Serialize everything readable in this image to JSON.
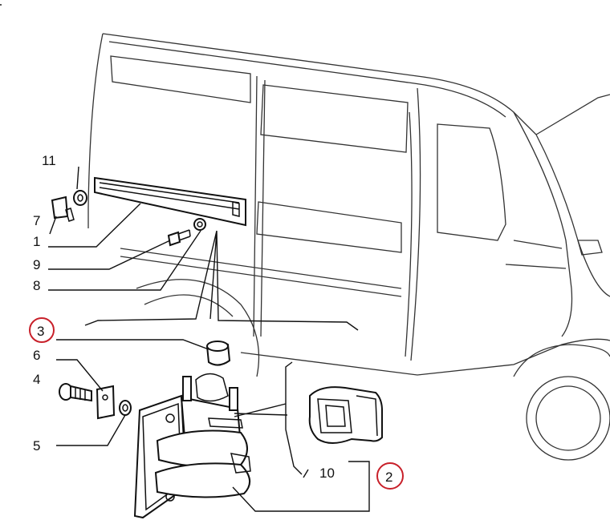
{
  "callouts": [
    {
      "id": "c11",
      "label": "11",
      "circled": false
    },
    {
      "id": "c7",
      "label": "7",
      "circled": false
    },
    {
      "id": "c1",
      "label": "1",
      "circled": false
    },
    {
      "id": "c9",
      "label": "9",
      "circled": false
    },
    {
      "id": "c8",
      "label": "8",
      "circled": false
    },
    {
      "id": "c3",
      "label": "3",
      "circled": true
    },
    {
      "id": "c6",
      "label": "6",
      "circled": false
    },
    {
      "id": "c4",
      "label": "4",
      "circled": false
    },
    {
      "id": "c5",
      "label": "5",
      "circled": false
    },
    {
      "id": "c10",
      "label": "10",
      "circled": false
    },
    {
      "id": "c2",
      "label": "2",
      "circled": true
    }
  ],
  "colors": {
    "line": "#111111",
    "highlight": "#c8202a",
    "background": "#ffffff"
  }
}
